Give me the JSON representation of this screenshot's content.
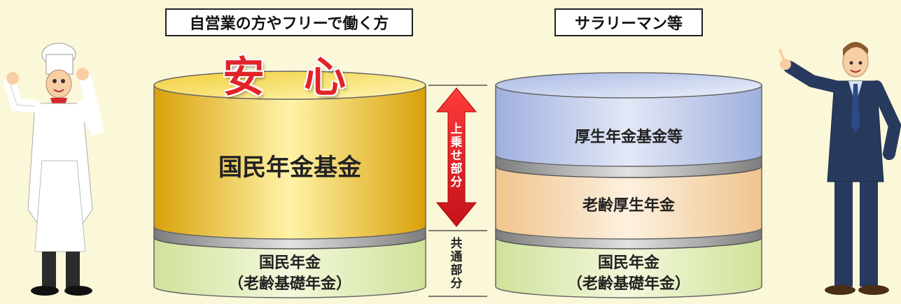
{
  "left_column": {
    "heading": "自営業の方やフリーで働く方",
    "highlight": "安心",
    "upper_tier": "国民年金基金",
    "base_tier_line1": "国民年金",
    "base_tier_line2": "（老齢基礎年金）"
  },
  "right_column": {
    "heading": "サラリーマン等",
    "top_tier": "厚生年金基金等",
    "middle_tier": "老齢厚生年金",
    "base_tier_line1": "国民年金",
    "base_tier_line2": "（老齢基礎年金）"
  },
  "center_labels": {
    "upper": "上乗せ部分",
    "lower": "共通部分"
  },
  "colors": {
    "gold": "#e9bf1f",
    "green": "#d9e9ac",
    "blue": "#b4c2e6",
    "peach": "#f6d3a6",
    "red": "#e2232a",
    "background": "#fbf7d9"
  }
}
